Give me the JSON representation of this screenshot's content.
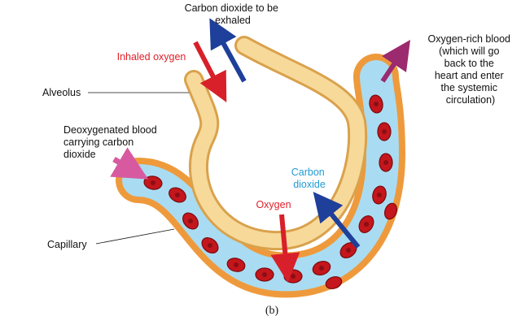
{
  "labels": {
    "co2_exhaled": [
      "Carbon dioxide to be",
      "exhaled"
    ],
    "inhaled_oxygen": "Inhaled oxygen",
    "alveolus": "Alveolus",
    "oxygen_rich": [
      "Oxygen-rich blood",
      "(which will go",
      "back to the",
      "heart and enter",
      "the systemic",
      "circulation)"
    ],
    "deoxygenated": [
      "Deoxygenated blood",
      "carrying carbon",
      "dioxide"
    ],
    "carbon_dioxide": [
      "Carbon",
      "dioxide"
    ],
    "oxygen": "Oxygen",
    "capillary": "Capillary",
    "caption": "(b)"
  },
  "colors": {
    "red_label": "#e0202a",
    "blue_label": "#1f9bd4",
    "black_label": "#111111",
    "capillary_fill": "#a9dcf2",
    "endothelium": "#ee9a3c",
    "alveolus_wall": "#f7d99a",
    "rbc": "#c4161c",
    "red_arrow": "#d8202a",
    "blue_arrow": "#1e3f9a",
    "pink_arrow": "#d75aa0",
    "purple_arrow": "#9b2a6e"
  }
}
